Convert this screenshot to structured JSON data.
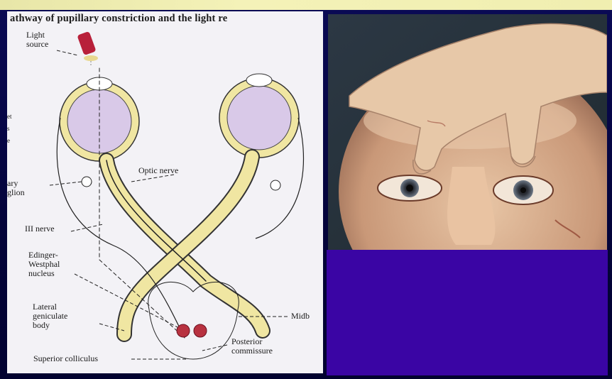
{
  "slide": {
    "title_partial": "Pathway of pupillary constriction and the light reflex"
  },
  "diagram": {
    "caption": "athway of pupillary constriction and the light re",
    "labels": {
      "light_source": [
        "Light",
        "source"
      ],
      "left_edge_1": [
        "et",
        "s",
        "e"
      ],
      "left_edge_2": [
        "ary",
        "glion"
      ],
      "optic_nerve": "Optic nerve",
      "third_nerve": "III nerve",
      "edinger": [
        "Edinger-",
        "Westphal",
        "nucleus"
      ],
      "lateral_geniculate": [
        "Lateral",
        "geniculate",
        "body"
      ],
      "midbrain": "Midb",
      "superior_colliculus": "Superior colliculus",
      "posterior_commissure": [
        "Posterior",
        "commissure"
      ]
    }
  },
  "photo": {
    "subject": "patient-eyes-held-open"
  },
  "colors": {
    "background": "#06063e",
    "diagram_bg": "#f3f2f6",
    "nerve_fill": "#f0e6a2",
    "eyeball": "#d9c9e8",
    "purple_block": "#3a05a4",
    "title_strip": "#f0eeb0"
  }
}
